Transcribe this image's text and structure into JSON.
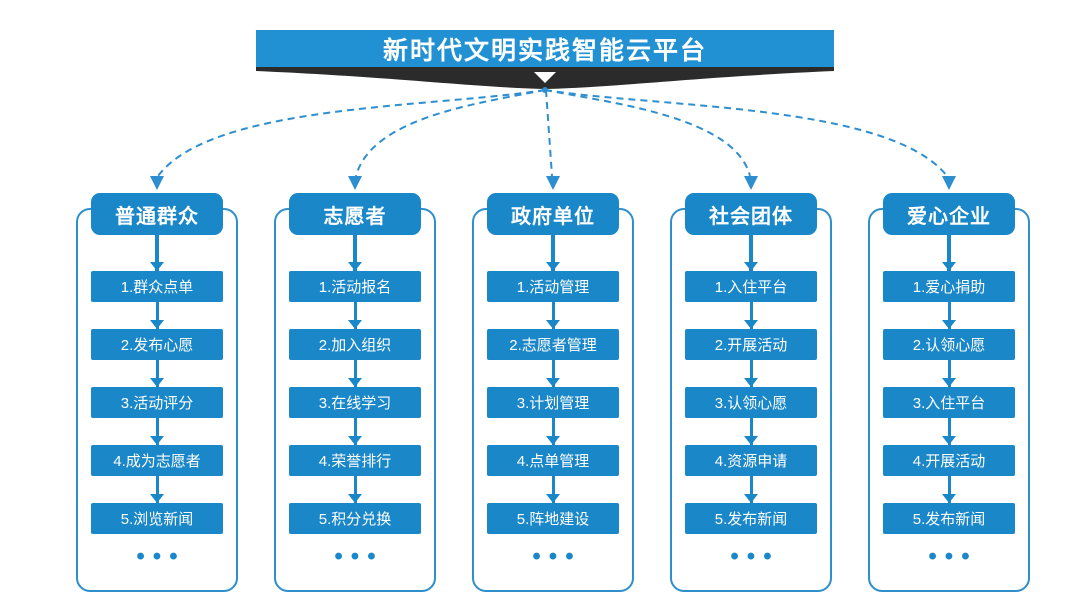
{
  "title": "新时代文明实践智能云平台",
  "ellipsis": "•••",
  "colors": {
    "banner_blue": "#2191d3",
    "box_blue": "#1a87c9",
    "line_blue": "#2e8fd0",
    "frame_border": "#2e8fcb",
    "ribbon_dark": "#2b2b2b",
    "text_white": "#ffffff"
  },
  "columns": [
    {
      "header": "普通群众",
      "items": [
        "1.群众点单",
        "2.发布心愿",
        "3.活动评分",
        "4.成为志愿者",
        "5.浏览新闻"
      ]
    },
    {
      "header": "志愿者",
      "items": [
        "1.活动报名",
        "2.加入组织",
        "3.在线学习",
        "4.荣誉排行",
        "5.积分兑换"
      ]
    },
    {
      "header": "政府单位",
      "items": [
        "1.活动管理",
        "2.志愿者管理",
        "3.计划管理",
        "4.点单管理",
        "5.阵地建设"
      ]
    },
    {
      "header": "社会团体",
      "items": [
        "1.入住平台",
        "2.开展活动",
        "3.认领心愿",
        "4.资源申请",
        "5.发布新闻"
      ]
    },
    {
      "header": "爱心企业",
      "items": [
        "1.爱心捐助",
        "2.认领心愿",
        "3.入住平台",
        "4.开展活动",
        "5.发布新闻"
      ]
    }
  ]
}
